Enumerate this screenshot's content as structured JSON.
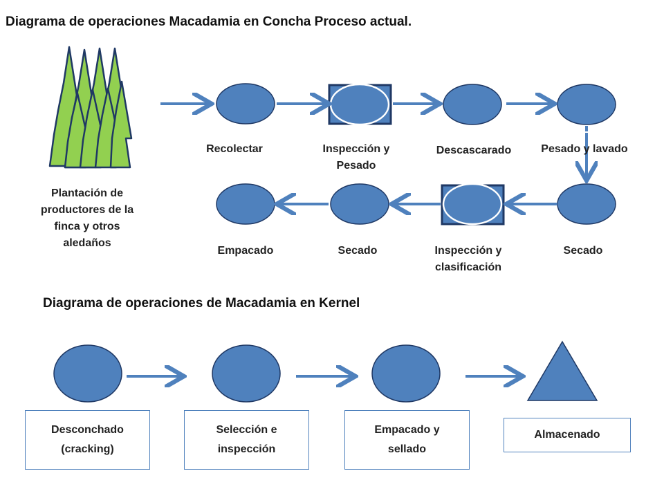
{
  "title_concha": "Diagrama de operaciones Macadamia en Concha  Proceso actual.",
  "title_kernel": "Diagrama de operaciones de Macadamia en Kernel",
  "plantation_label": "Plantación de productores de la finca y otros aledaños",
  "concha_steps": {
    "recolectar": "Recolectar",
    "inspeccion_pesado": "Inspección y Pesado",
    "descascarado": "Descascarado",
    "pesado_lavado": "Pesado y lavado",
    "secado_1": "Secado",
    "inspeccion_clasificacion": "Inspección y clasificación",
    "secado_2": "Secado",
    "empacado": "Empacado"
  },
  "kernel_steps": {
    "desconchado": "Desconchado (cracking)",
    "seleccion": "Selección e inspección",
    "empacado_sellado": "Empacado y sellado",
    "almacenado": "Almacenado"
  },
  "colors": {
    "operation_fill": "#4f81bd",
    "outline": "#1f3864",
    "arrow": "#4f81bd",
    "tree_fill": "#92d050"
  }
}
